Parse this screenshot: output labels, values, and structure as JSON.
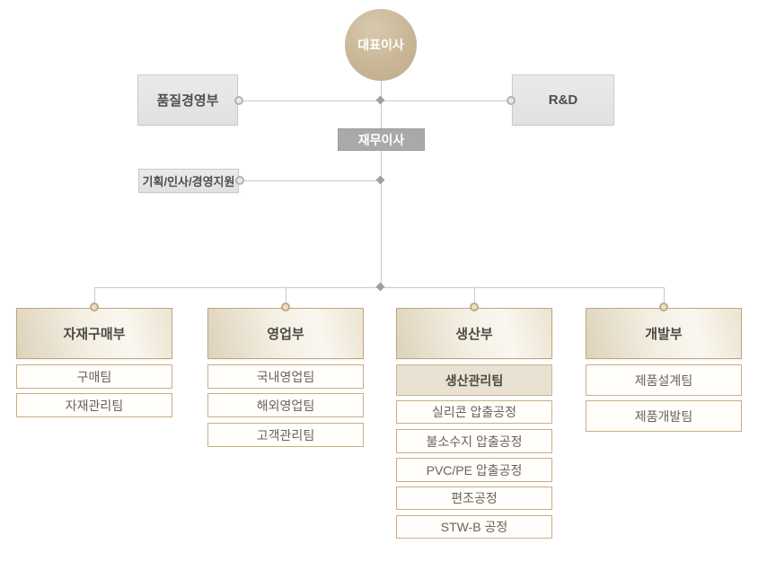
{
  "org_chart": {
    "root": {
      "label": "대표이사"
    },
    "level1": {
      "left": {
        "label": "품질경영부"
      },
      "right": {
        "label": "R&D"
      }
    },
    "finance_director": {
      "label": "재무이사"
    },
    "staff_support": {
      "label": "기획/인사/경영지원"
    },
    "departments": [
      {
        "label": "자재구매부",
        "teams": [
          {
            "label": "구매팀"
          },
          {
            "label": "자재관리팀"
          }
        ]
      },
      {
        "label": "영업부",
        "teams": [
          {
            "label": "국내영업팀"
          },
          {
            "label": "해외영업팀"
          },
          {
            "label": "고객관리팀"
          }
        ]
      },
      {
        "label": "생산부",
        "teams": [
          {
            "label": "생산관리팀",
            "highlighted": true
          },
          {
            "label": "실리콘 압출공정"
          },
          {
            "label": "불소수지 압출공정"
          },
          {
            "label": "PVC/PE 압출공정"
          },
          {
            "label": "편조공정"
          },
          {
            "label": "STW-B 공정"
          }
        ]
      },
      {
        "label": "개발부",
        "teams": [
          {
            "label": "제품설계팀"
          },
          {
            "label": "제품개발팀"
          }
        ]
      }
    ],
    "colors": {
      "accent_tan_border": "#c1a57a",
      "node_circle_beige": "#c7b495",
      "finance_box_gray": "#a9a9a7",
      "connector_line_gray": "#c9c9c9",
      "dept_text": "#4c4a45",
      "team_text": "#6a6359",
      "background": "#ffffff"
    }
  }
}
